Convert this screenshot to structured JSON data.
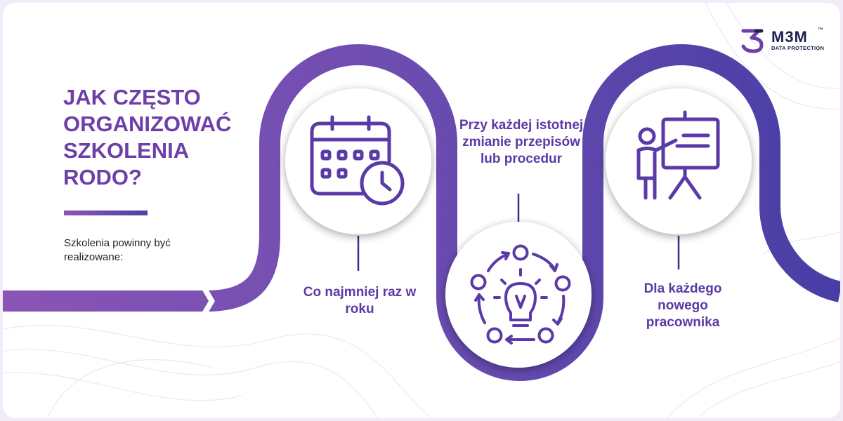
{
  "title_lines": [
    "JAK CZĘSTO",
    "ORGANIZOWAĆ",
    "SZKOLENIA",
    "RODO?"
  ],
  "intro_text": "Szkolenia powinny być realizowane:",
  "steps": [
    {
      "label": "Co najmniej raz w roku",
      "icon": "calendar-clock-icon"
    },
    {
      "label": "Przy każdej istotnej zmianie przepisów lub procedur",
      "icon": "lightbulb-cycle-icon"
    },
    {
      "label": "Dla każdego nowego pracownika",
      "icon": "presenter-board-icon"
    }
  ],
  "logo": {
    "name": "M3M",
    "trademark": "™",
    "tagline": "DATA PROTECTION"
  },
  "colors": {
    "title": "#6e3fa8",
    "path_start": "#8a55b5",
    "path_end": "#473ea5",
    "label": "#5a3aa6",
    "icon": "#5a3aa6",
    "brand_dark": "#1d2350"
  }
}
